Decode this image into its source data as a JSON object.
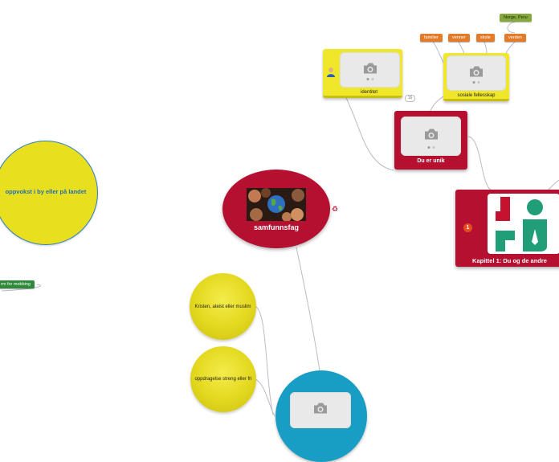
{
  "central": {
    "label": "samfunnsfag"
  },
  "chapter": {
    "label": "Kapittel 1: Du og de andre",
    "marker": "1"
  },
  "du_er_unik": {
    "label": "Du er unik"
  },
  "identitet": {
    "label": "identitet",
    "count": "16"
  },
  "sosiale": {
    "label": "sosiale fellesskap"
  },
  "tags": {
    "familie": "familier",
    "venner": "venner",
    "skole": "skole",
    "verden": "verden",
    "norge": "Norge, Peru"
  },
  "left_bubble": {
    "label": "oppvokst i by eller på landet"
  },
  "mobbing": {
    "label": "rm for mobbing"
  },
  "bubble1": {
    "label": "Kristen, ateist eller muslim"
  },
  "bubble2": {
    "label": "oppdragelse streng eller fri"
  },
  "colors": {
    "red": "#b5102f",
    "yellow": "#f0e62a",
    "blue": "#189ec4",
    "orange": "#e27b2a",
    "green": "#86a83c"
  }
}
